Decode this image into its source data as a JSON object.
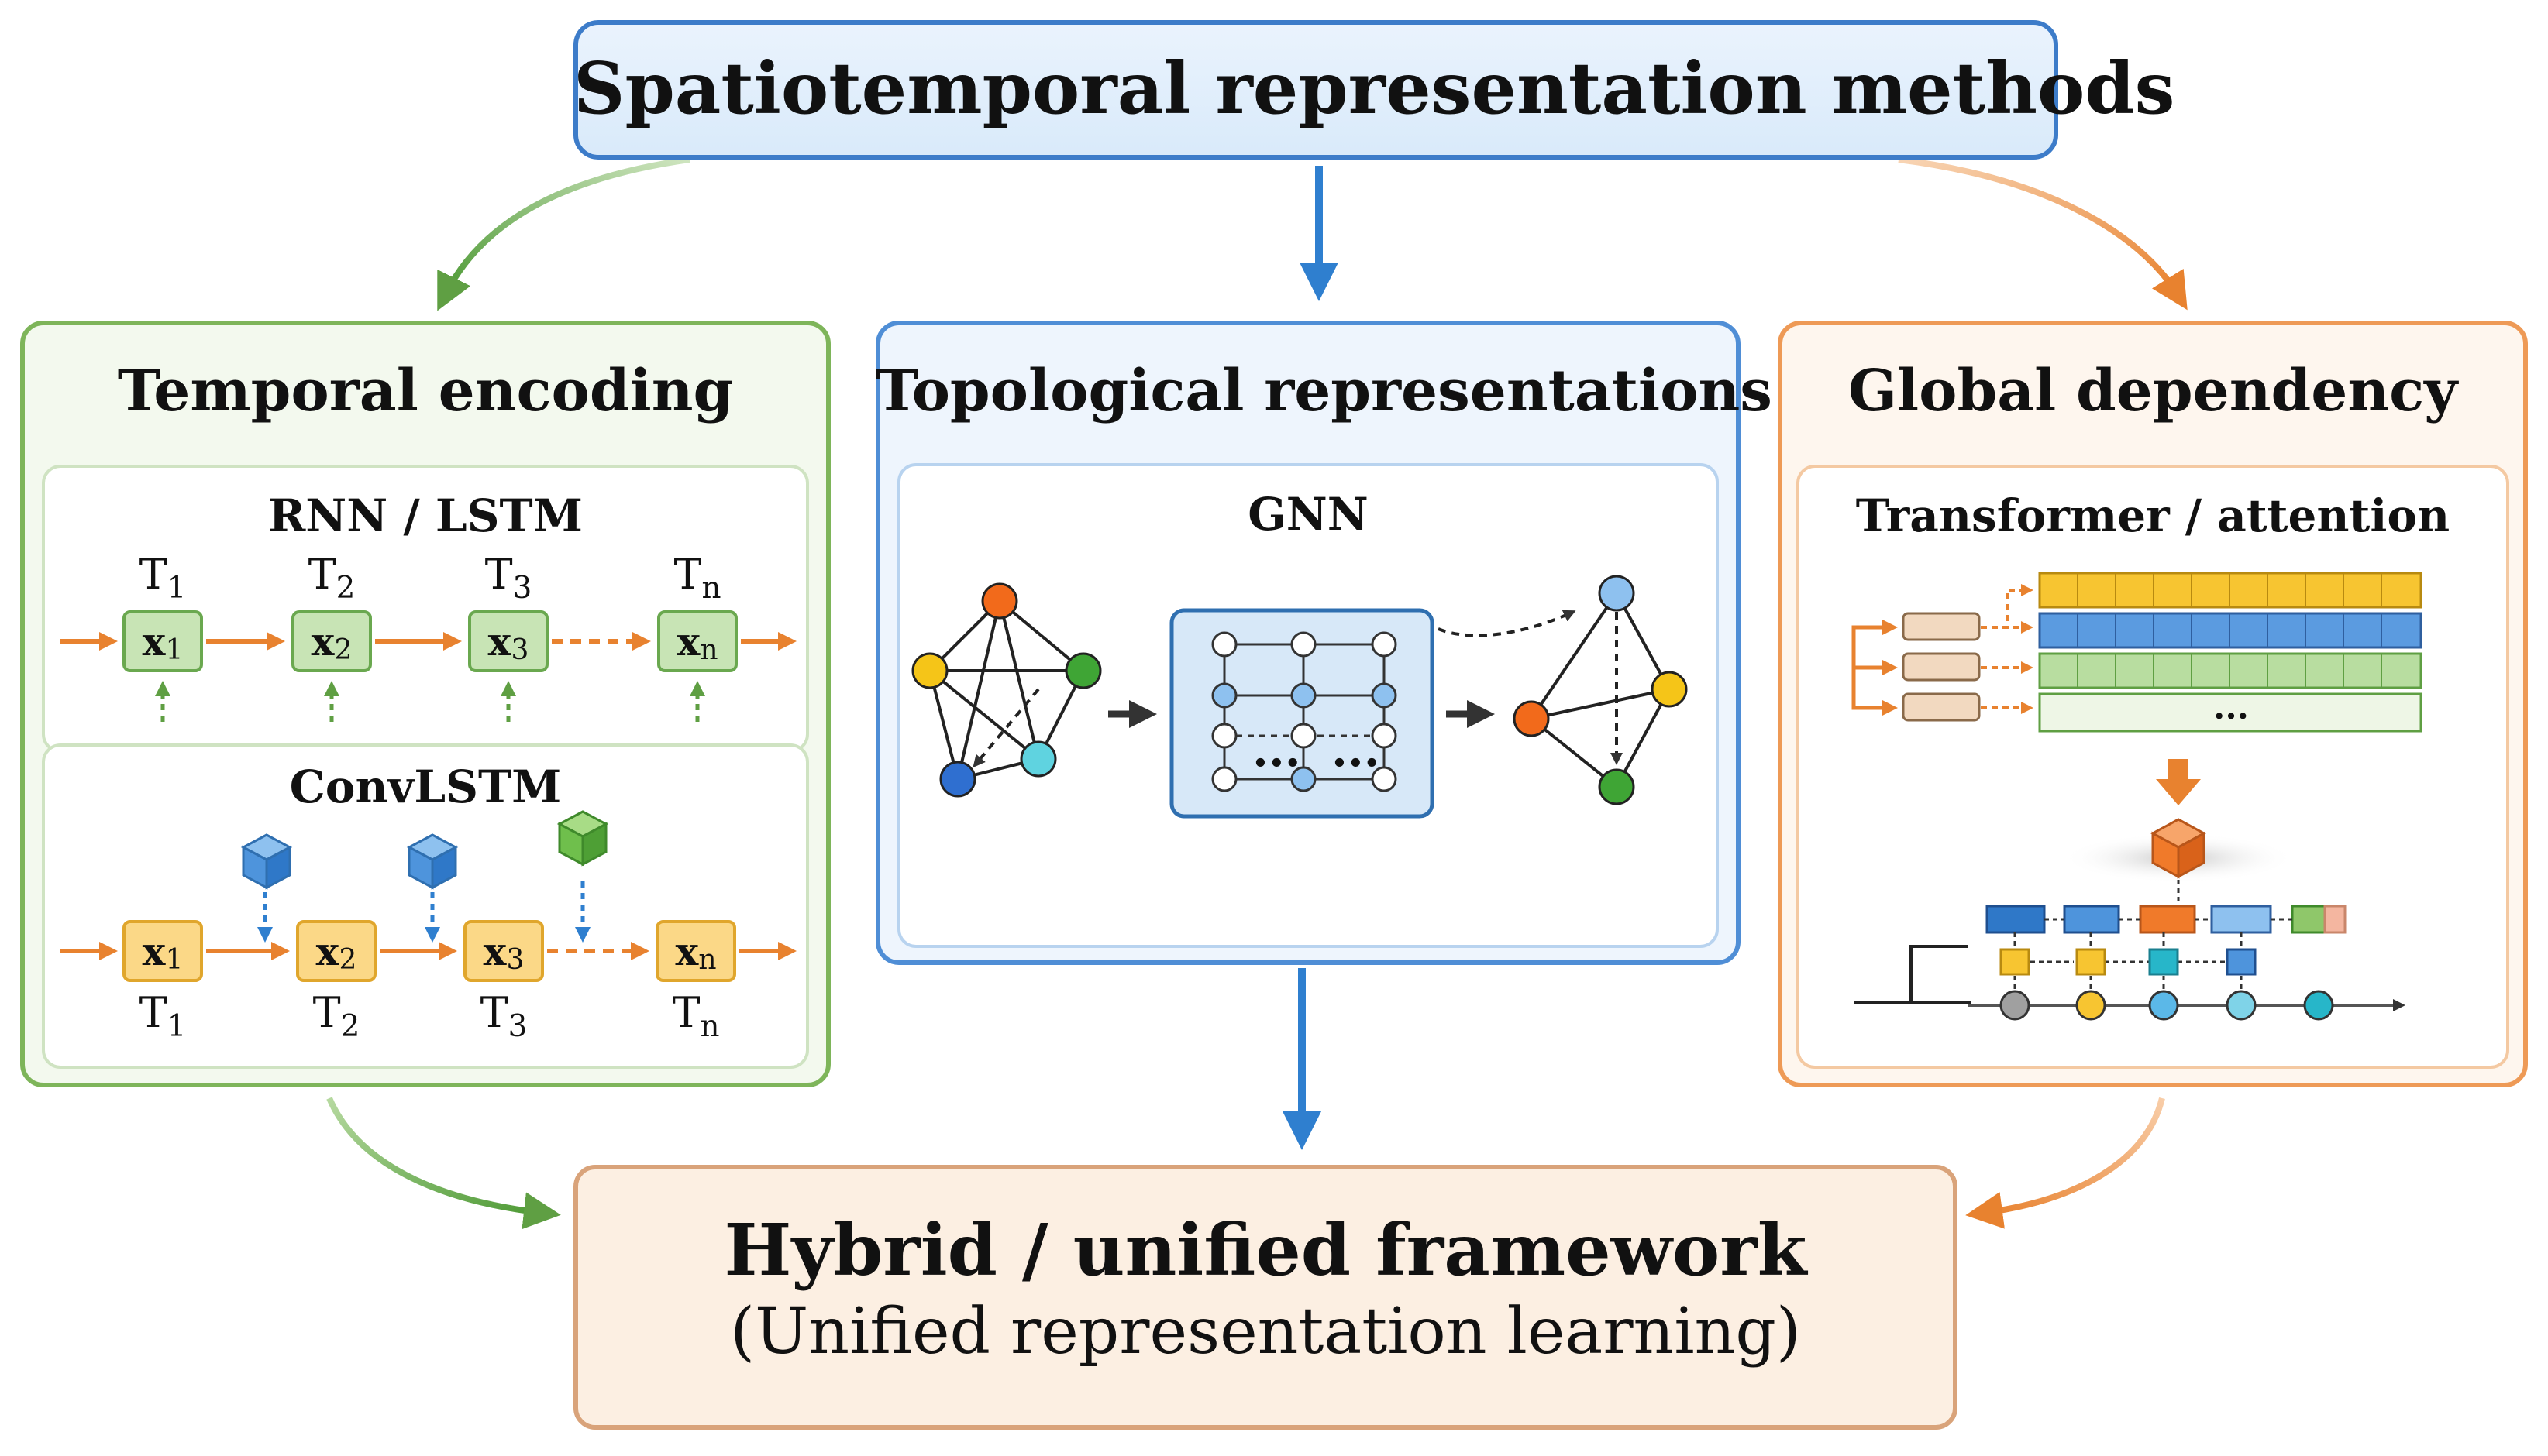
{
  "title": "Spatiotemporal representation methods",
  "columns": {
    "temporal": {
      "title": "Temporal encoding",
      "rnn": {
        "title": "RNN / LSTM",
        "times": [
          {
            "base": "T",
            "sub": "1"
          },
          {
            "base": "T",
            "sub": "2"
          },
          {
            "base": "T",
            "sub": "3"
          },
          {
            "base": "T",
            "sub": "n"
          }
        ],
        "cells": [
          {
            "base": "x",
            "sub": "1"
          },
          {
            "base": "x",
            "sub": "2"
          },
          {
            "base": "x",
            "sub": "3"
          },
          {
            "base": "x",
            "sub": "n"
          }
        ]
      },
      "convlstm": {
        "title": "ConvLSTM",
        "cells": [
          {
            "base": "x",
            "sub": "1"
          },
          {
            "base": "x",
            "sub": "2"
          },
          {
            "base": "x",
            "sub": "3"
          },
          {
            "base": "x",
            "sub": "n"
          }
        ],
        "times": [
          {
            "base": "T",
            "sub": "1"
          },
          {
            "base": "T",
            "sub": "2"
          },
          {
            "base": "T",
            "sub": "3"
          },
          {
            "base": "T",
            "sub": "n"
          }
        ]
      }
    },
    "topological": {
      "title": "Topological representations",
      "gnn": {
        "title": "GNN",
        "ellipsis": "..."
      }
    },
    "global": {
      "title": "Global dependency",
      "transformer": {
        "title": "Transformer / attention",
        "ellipsis": "..."
      }
    }
  },
  "bottom": {
    "title": "Hybrid / unified framework",
    "subtitle": "(Unified representation learning)"
  },
  "colors": {
    "green": "#6aa84f",
    "blue": "#2f7fcf",
    "orange": "#e8822f",
    "node_orange": "#f26a1b",
    "node_yellow": "#f5c518",
    "node_green": "#3fa535",
    "node_blue": "#2f6fd0",
    "node_cyan": "#5fd3e0",
    "node_lightblue": "#8ec1ef"
  }
}
